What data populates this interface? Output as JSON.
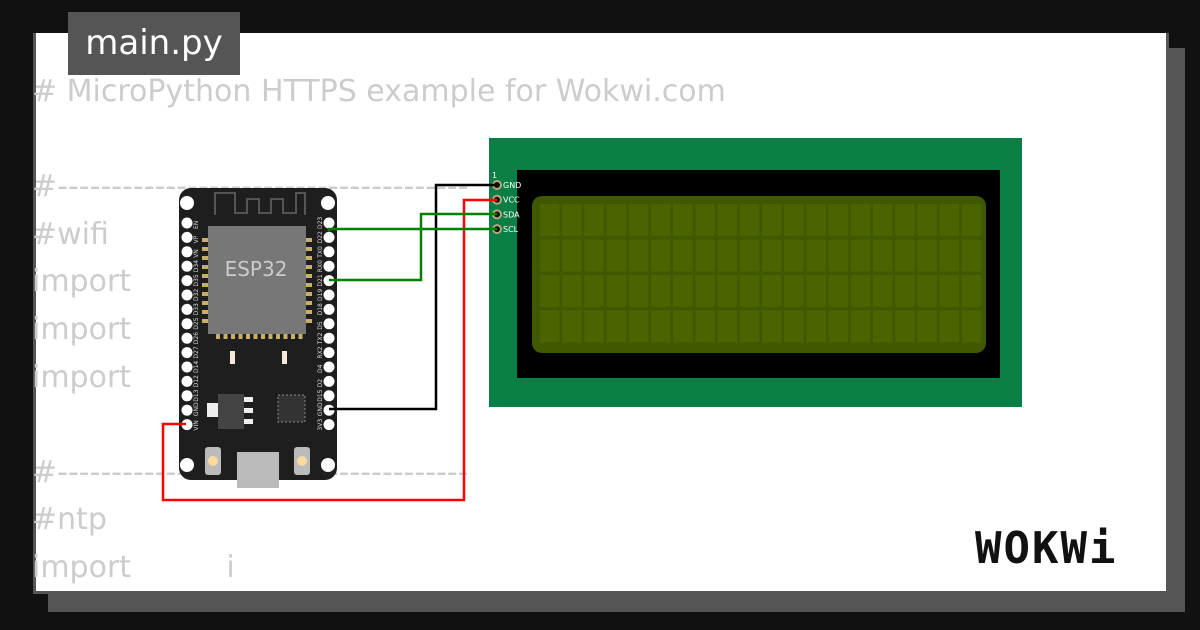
{
  "editor": {
    "filename": "main.py",
    "code_lines": [
      "# MicroPython HTTPS example for Wokwi.com",
      "",
      "#--------------------------------------",
      "#wifi",
      "import",
      "import",
      "import",
      "",
      "#--------------------------------------",
      "#ntp",
      "import          i"
    ]
  },
  "esp32": {
    "chip_label": "ESP32",
    "left_pins": [
      "EN",
      "VP",
      "VN",
      "D34",
      "D35",
      "D32",
      "D33",
      "D25",
      "D26",
      "D27",
      "D14",
      "D12",
      "D13",
      "GND",
      "VIN"
    ],
    "right_pins": [
      "D23",
      "D22",
      "TX0",
      "RX0",
      "D21",
      "D19",
      "D18",
      "D5",
      "TX2",
      "RX2",
      "D4",
      "D2",
      "D15",
      "GND",
      "3V3"
    ]
  },
  "lcd": {
    "pin_index": "1",
    "pins": [
      "GND",
      "VCC",
      "SDA",
      "SCL"
    ],
    "board_color": "#0a7f45",
    "screen_color": "#3f5900"
  },
  "wires": {
    "gnd": "#000000",
    "vcc": "#ff0000",
    "sda": "#008000",
    "scl": "#008000"
  },
  "brand": {
    "logo": "WOKWi"
  }
}
